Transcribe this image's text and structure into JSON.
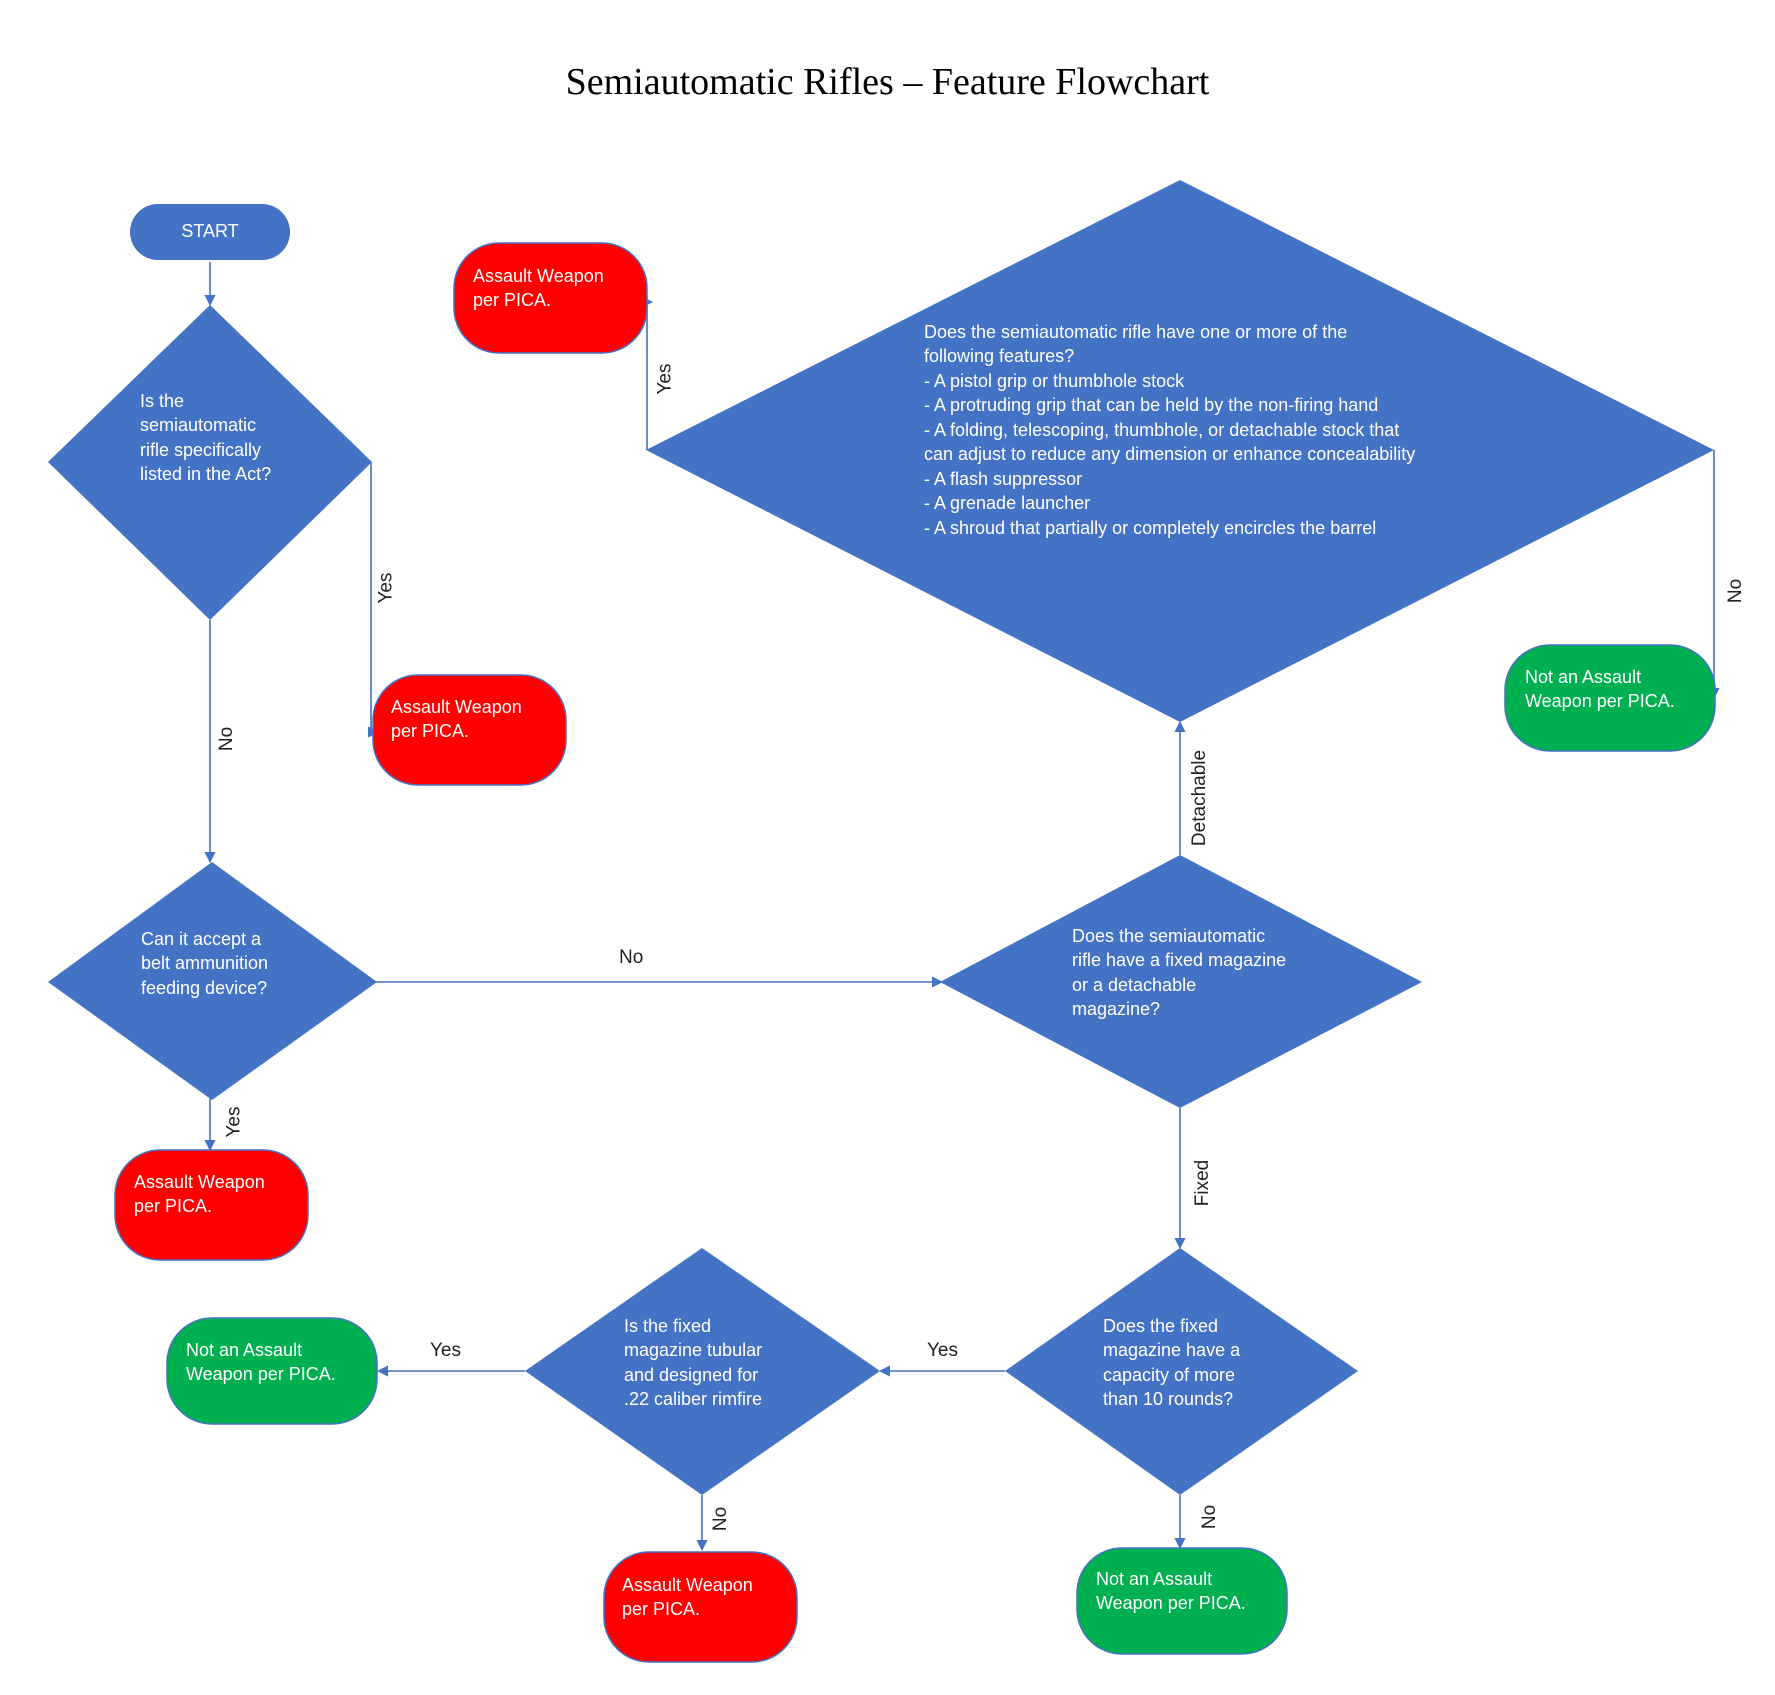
{
  "title": "Semiautomatic Rifles – Feature Flowchart",
  "colors": {
    "decision": "#4472C4",
    "assault": "#FF0000",
    "not_assault": "#00B050",
    "line": "#4472C4"
  },
  "nodes": {
    "start": "START",
    "q_listed": [
      "Is the",
      "semiautomatic",
      "rifle specifically",
      "listed in the Act?"
    ],
    "q_belt": [
      "Can it accept a",
      "belt ammunition",
      "feeding device?"
    ],
    "q_magazine": [
      "Does the semiautomatic",
      "rifle have a fixed magazine",
      "or a detachable",
      "magazine?"
    ],
    "q_features": [
      "Does the semiautomatic rifle have one or more of the",
      "following features?",
      "- A pistol grip or thumbhole stock",
      "- A protruding grip that can be held by the non-firing hand",
      "- A folding, telescoping, thumbhole, or detachable stock that",
      "can adjust to reduce any dimension or enhance concealability",
      "- A flash suppressor",
      "- A grenade launcher",
      "- A shroud that partially or completely encircles the barrel"
    ],
    "q_capacity": [
      "Does the fixed",
      "magazine have a",
      "capacity of more",
      "than 10 rounds?"
    ],
    "q_tubular": [
      "Is the fixed",
      "magazine tubular",
      "and designed for",
      ".22 caliber rimfire"
    ],
    "assault_features": [
      "Assault Weapon",
      "per PICA."
    ],
    "assault_listed": [
      "Assault Weapon",
      "per PICA."
    ],
    "assault_belt": [
      "Assault Weapon",
      "per PICA."
    ],
    "assault_tubular": [
      "Assault Weapon",
      "per PICA."
    ],
    "not_features": [
      "Not an Assault",
      "Weapon per PICA."
    ],
    "not_tubular": [
      "Not an Assault",
      "Weapon per PICA."
    ],
    "not_capacity": [
      "Not an Assault",
      "Weapon per PICA."
    ]
  },
  "edge_labels": {
    "listed_yes": "Yes",
    "listed_no": "No",
    "belt_no": "No",
    "belt_yes": "Yes",
    "detachable": "Detachable",
    "fixed": "Fixed",
    "features_yes": "Yes",
    "features_no": "No",
    "capacity_yes": "Yes",
    "capacity_no": "No",
    "tubular_yes": "Yes",
    "tubular_no": "No"
  }
}
